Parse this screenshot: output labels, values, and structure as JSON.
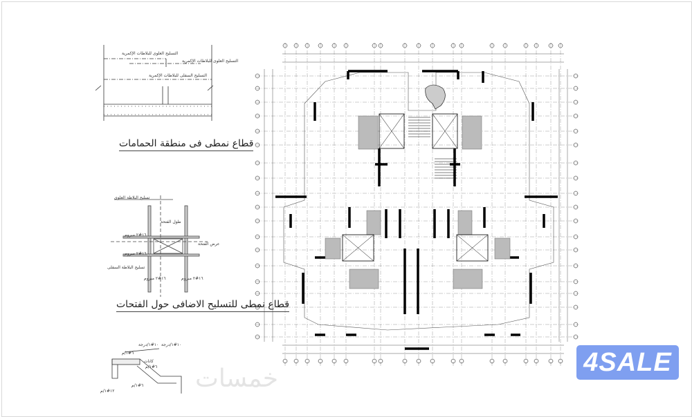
{
  "details": {
    "bathroom_section": {
      "title": "قطاع نمطى فى منطقة الحمامات",
      "labels": [
        "التسليح العلوى للبلاطات الإكمرية",
        "التسليح العلوى للبلاطات الإكمرية",
        "التسليح السفلى للبلاطات الإكمرية"
      ]
    },
    "opening_section": {
      "title": "قطاع نمطى للتسليح الاضافى حول الفتحات",
      "labels": [
        "تسليح البلاطة العلوى",
        "طول الفتحة",
        "١٦#٢ مبروم",
        "١٦#٢ مبروم",
        "تسليح البلاطة السفلى",
        "عرض الفتحة",
        "١٦#٢ مبروم",
        "١٦#٢ مبروم"
      ]
    },
    "stair_section": {
      "labels": [
        "١٠#١/درجة",
        "١٠#١/درجة",
        "٦#١/م",
        "كانات",
        "٦#١/م",
        "٦#١/م",
        "١٢#١/م"
      ]
    }
  },
  "watermark": "خمسات",
  "logo": {
    "text": "4SALE",
    "color": "#7f9ff0"
  },
  "colors": {
    "lines": "#000000",
    "grid": "#9a9a9a",
    "hatch": "#777777"
  }
}
